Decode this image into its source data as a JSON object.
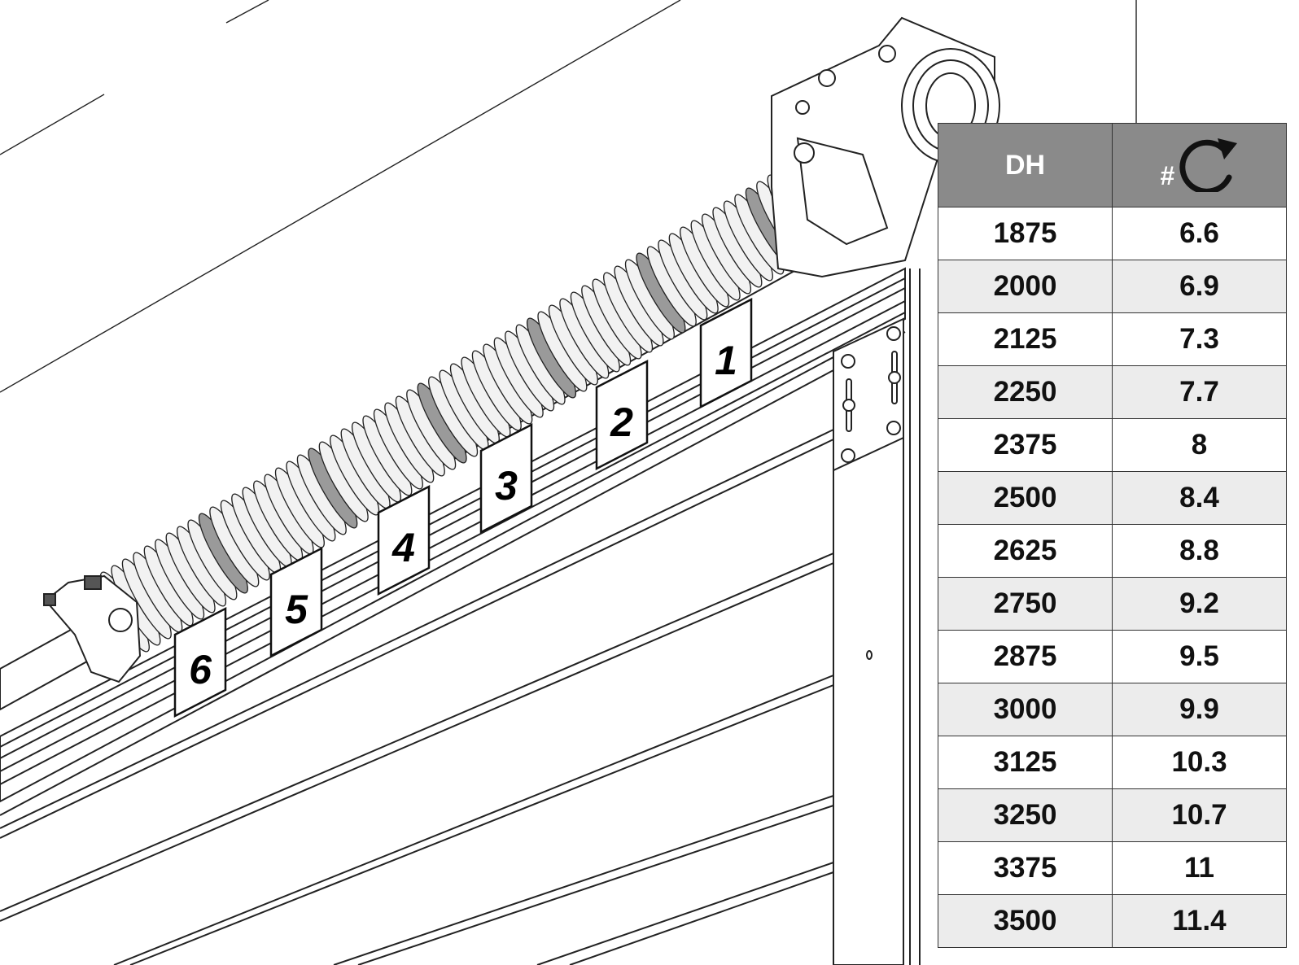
{
  "markers": [
    "1",
    "2",
    "3",
    "4",
    "5",
    "6"
  ],
  "table": {
    "headers": {
      "dh": "DH",
      "turns_symbol": "#",
      "turns_icon": "rotate-clockwise-icon"
    },
    "rows": [
      {
        "dh": "1875",
        "turns": "6.6"
      },
      {
        "dh": "2000",
        "turns": "6.9"
      },
      {
        "dh": "2125",
        "turns": "7.3"
      },
      {
        "dh": "2250",
        "turns": "7.7"
      },
      {
        "dh": "2375",
        "turns": "8"
      },
      {
        "dh": "2500",
        "turns": "8.4"
      },
      {
        "dh": "2625",
        "turns": "8.8"
      },
      {
        "dh": "2750",
        "turns": "9.2"
      },
      {
        "dh": "2875",
        "turns": "9.5"
      },
      {
        "dh": "3000",
        "turns": "9.9"
      },
      {
        "dh": "3125",
        "turns": "10.3"
      },
      {
        "dh": "3250",
        "turns": "10.7"
      },
      {
        "dh": "3375",
        "turns": "11"
      },
      {
        "dh": "3500",
        "turns": "11.4"
      }
    ],
    "colors": {
      "header_bg": "#8a8a8a",
      "stripe_bg": "#ececec",
      "border": "#333333"
    }
  }
}
